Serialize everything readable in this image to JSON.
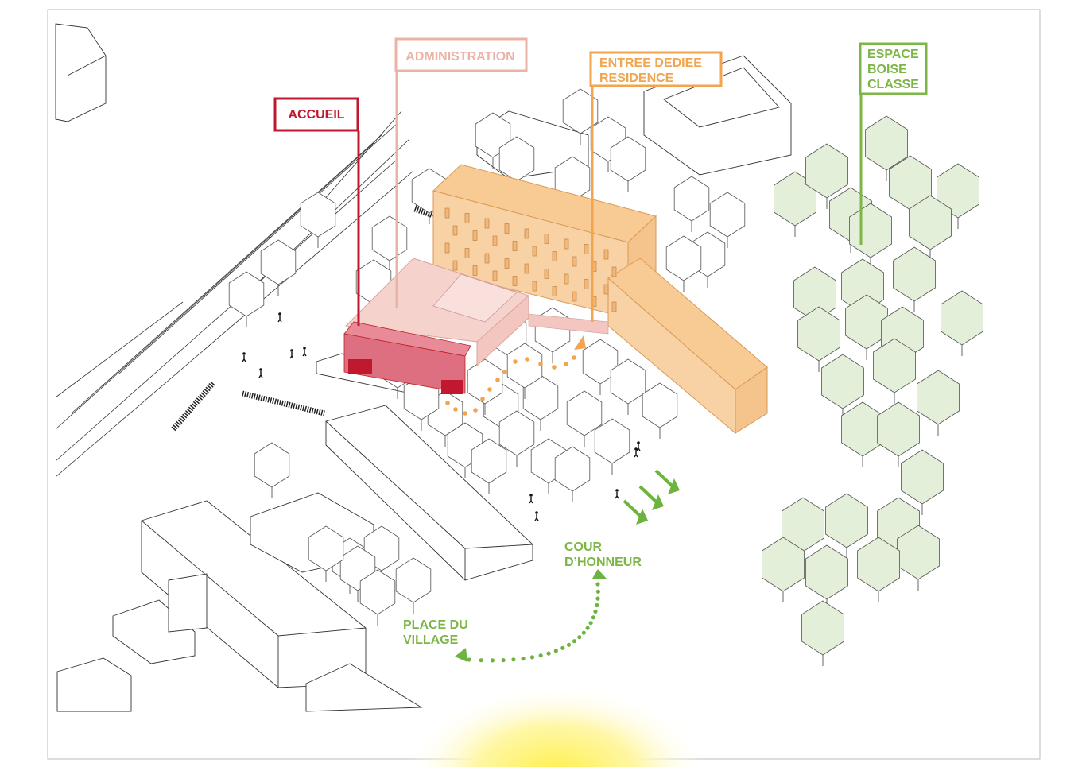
{
  "labels": {
    "accueil": "ACCUEIL",
    "administration": "ADMINISTRATION",
    "entree_line1": "ENTREE DEDIEE",
    "entree_line2": "RESIDENCE",
    "espace_line1": "ESPACE",
    "espace_line2": "BOISE",
    "espace_line3": "CLASSE",
    "cour_line1": "COUR",
    "cour_line2": "D’HONNEUR",
    "place_line1": "PLACE DU",
    "place_line2": "VILLAGE"
  },
  "colors": {
    "accueil": "#c0182f",
    "administration": "#ebb3a6",
    "entree": "#f2a54e",
    "espace": "#7cb646",
    "tree_green": "#e3efd9",
    "residence_fill": "#f8cf9f",
    "admin_fill": "#f6d4cf",
    "accueil_fill": "#e07585",
    "sun": "#fff27a"
  }
}
